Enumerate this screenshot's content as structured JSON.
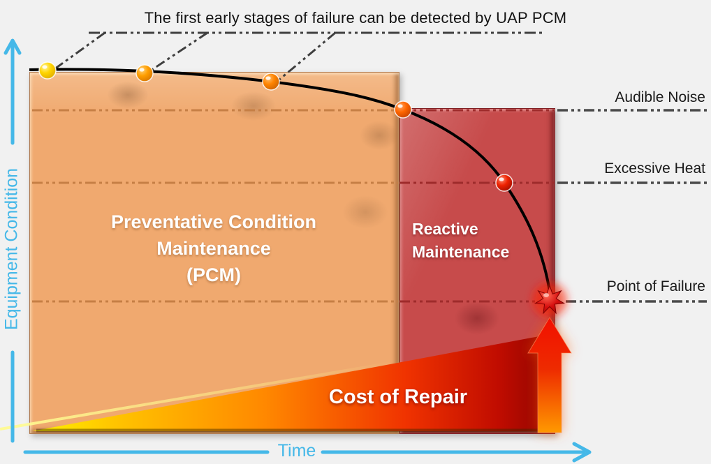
{
  "title": "The first early stages of failure can be detected by UAP PCM",
  "zones": {
    "pcm": {
      "label": "Preventative Condition\nMaintenance\n(PCM)",
      "fill": "#f0a96f",
      "dash_color": "#c67f45"
    },
    "reactive": {
      "label": "Reactive\nMaintenance",
      "fill": "#c74b4b",
      "dash_color": "#9e2b2b"
    }
  },
  "thresholds": [
    {
      "label": "Audible Noise"
    },
    {
      "label": "Excessive Heat"
    },
    {
      "label": "Point of Failure"
    }
  ],
  "cost": {
    "label": "Cost of Repair"
  },
  "axes": {
    "x_label": "Time",
    "y_label": "Equipment Condition",
    "color": "#45b8e8"
  },
  "markers": {
    "detection_points": [
      {
        "name": "early-stage-1",
        "color": "#ffd400"
      },
      {
        "name": "early-stage-2",
        "color": "#ff9e00"
      },
      {
        "name": "early-stage-3",
        "color": "#ff8400"
      },
      {
        "name": "audible-noise-point",
        "color": "#ff6600"
      },
      {
        "name": "excessive-heat-point",
        "color": "#ee2200"
      }
    ],
    "failure_star_color": "#cc0000",
    "curve_color": "#000000",
    "dash_line_color": "#4a4a4a"
  }
}
